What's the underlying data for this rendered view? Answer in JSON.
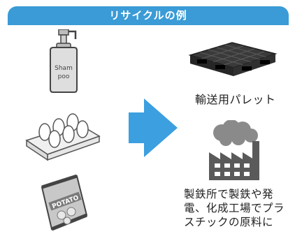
{
  "header": {
    "title": "リサイクルの例"
  },
  "items": {
    "shampoo_label_1": "Sham",
    "shampoo_label_2": "poo",
    "chips_label": "POTATO"
  },
  "results": [
    {
      "label": "輸送用パレット"
    },
    {
      "label": "製鉄所で製鉄や発\n電、化成工場でプラ\nスチックの原料に"
    }
  ],
  "colors": {
    "header_bg": "#3a9bd6",
    "arrow": "#3c9fe0"
  }
}
